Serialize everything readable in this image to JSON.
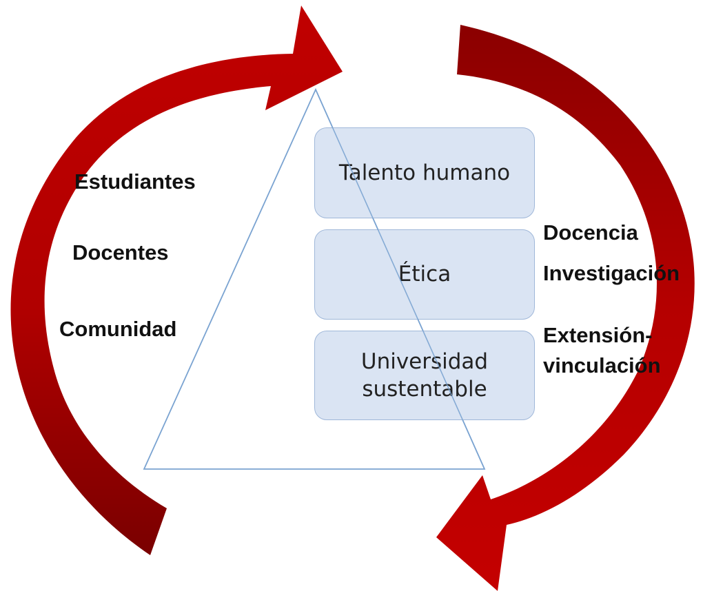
{
  "left_items": [
    "Estudiantes",
    "Docentes",
    "Comunidad"
  ],
  "boxes": [
    {
      "lines": [
        "Talento humano"
      ]
    },
    {
      "lines": [
        "Ética"
      ]
    },
    {
      "lines": [
        "Universidad",
        "sustentable"
      ]
    }
  ],
  "right_items": {
    "docencia": "Docencia",
    "investigacion": "Investigación",
    "extension_line1": "Extensión-",
    "extension_line2": "vinculación"
  },
  "colors": {
    "arrow_light": "#c00000",
    "arrow_dark": "#8b0000",
    "triangle_stroke": "#7aa3d1",
    "box_fill": "#d2def0"
  }
}
